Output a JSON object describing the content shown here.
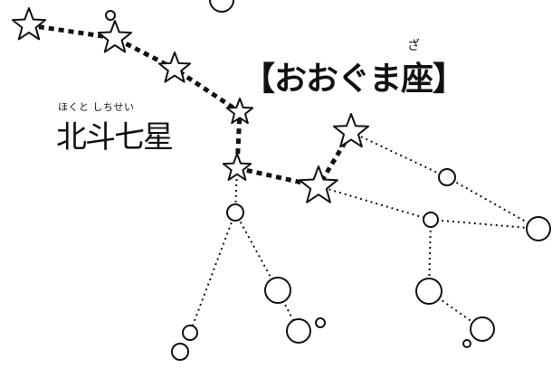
{
  "title": {
    "text": "【おおぐま座】",
    "ruby": "ざ"
  },
  "big_dipper": {
    "label": "北斗七星",
    "ruby": "ほくと しちせい"
  },
  "colors": {
    "ink": "#111111",
    "background": "#ffffff"
  },
  "legend_icons": [
    "star-icon",
    "circle-icon"
  ]
}
